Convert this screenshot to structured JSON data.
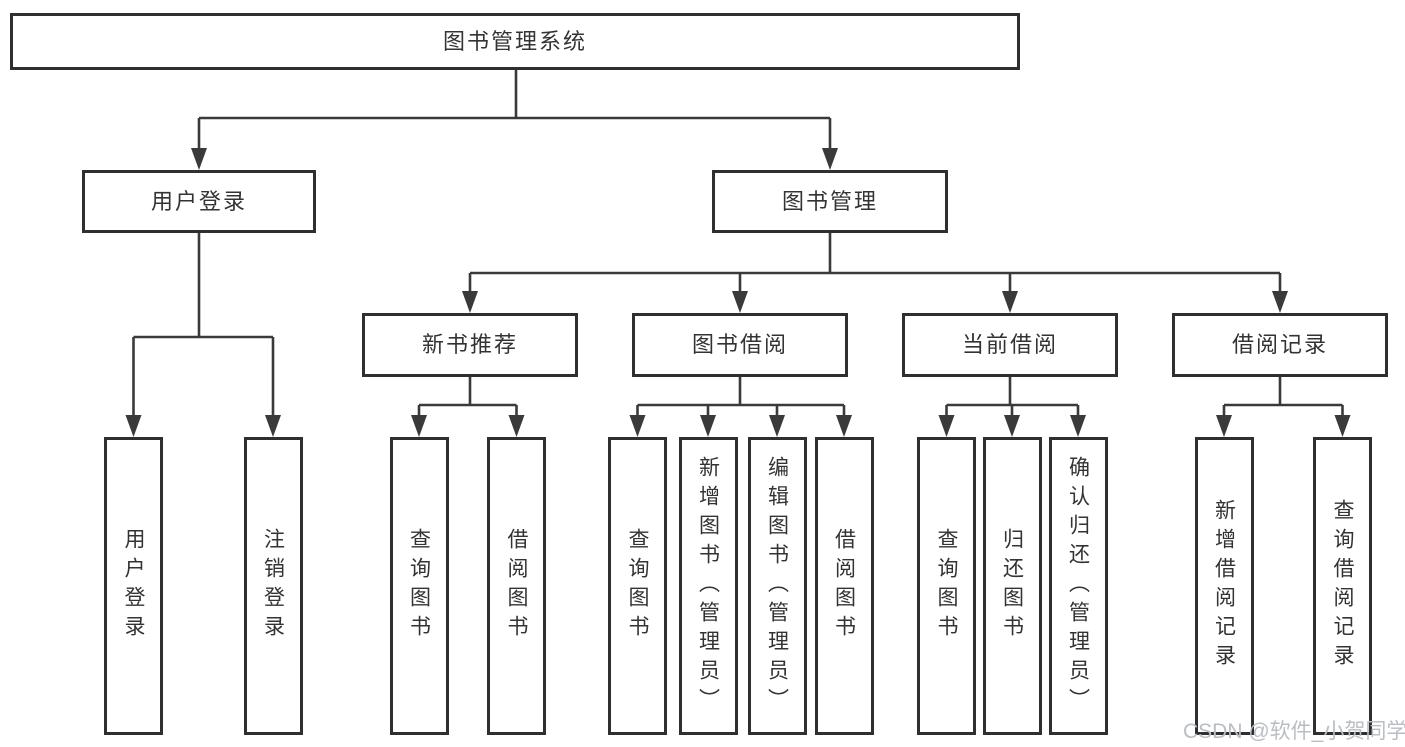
{
  "tree": {
    "label": "图书管理系统",
    "children": [
      {
        "label": "用户登录",
        "children": [
          {
            "label": "用户登录"
          },
          {
            "label": "注销登录"
          }
        ]
      },
      {
        "label": "图书管理",
        "children": [
          {
            "label": "新书推荐",
            "children": [
              {
                "label": "查询图书"
              },
              {
                "label": "借阅图书"
              }
            ]
          },
          {
            "label": "图书借阅",
            "children": [
              {
                "label": "查询图书"
              },
              {
                "label": "新增图书（管理员）"
              },
              {
                "label": "编辑图书（管理员）"
              },
              {
                "label": "借阅图书"
              }
            ]
          },
          {
            "label": "当前借阅",
            "children": [
              {
                "label": "查询图书"
              },
              {
                "label": "归还图书"
              },
              {
                "label": "确认归还（管理员）"
              }
            ]
          },
          {
            "label": "借阅记录",
            "children": [
              {
                "label": "新增借阅记录"
              },
              {
                "label": "查询借阅记录"
              }
            ]
          }
        ]
      }
    ]
  },
  "watermark": "CSDN @软件_小贺同学",
  "colors": {
    "line": "#3a3a3a",
    "box_border": "#2f2f2f",
    "text": "#333333",
    "watermark_text": "#b9bec6",
    "background": "#ffffff"
  }
}
